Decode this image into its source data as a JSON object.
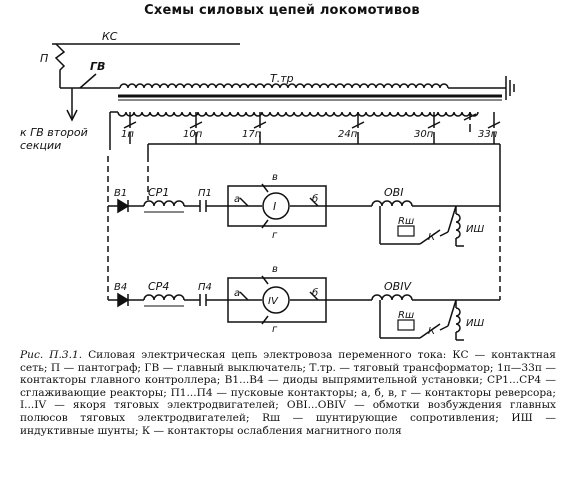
{
  "title": "Схемы силовых цепей локомотивов",
  "labels": {
    "kc": "КС",
    "p": "П",
    "gv": "ГВ",
    "ttr": "Т.тр",
    "to_gv_1": "к ГВ второй",
    "to_gv_2": "секции",
    "taps": [
      "1п",
      "10п",
      "17п",
      "24п",
      "30п",
      "33п"
    ],
    "b1": "В1",
    "cp1": "СР1",
    "p1": "П1",
    "a": "а",
    "b": "б",
    "v": "в",
    "g": "г",
    "motor1": "I",
    "ob1": "OBI",
    "rsh": "Rш",
    "k": "К",
    "ish": "ИШ",
    "b4": "В4",
    "cp4": "СР4",
    "p4": "П4",
    "motor4": "IV",
    "ob4": "OBIV"
  },
  "caption": {
    "lead": "Рис. П.3.1.",
    "text": " Силовая электрическая цепь электровоза переменного тока: КС — контактная сеть; П — пантограф; ГВ — главный выключатель; Т.тр. — тяговый трансформатор; 1п—33п — контакторы главного контроллера; В1...В4 — диоды выпрямительной установки; СР1...СР4 — сглаживающие реакторы; П1...П4 — пусковые контакторы; а, б, в, г — контакторы реверсора; I...IV — якоря тяговых электродвигателей; OBI...OBIV — обмотки возбуждения главных полюсов тяговых электродвигателей; Rш — шунтирующие сопротивления; ИШ — индуктивные шунты; К — контакторы ослабления магнитного поля"
  }
}
